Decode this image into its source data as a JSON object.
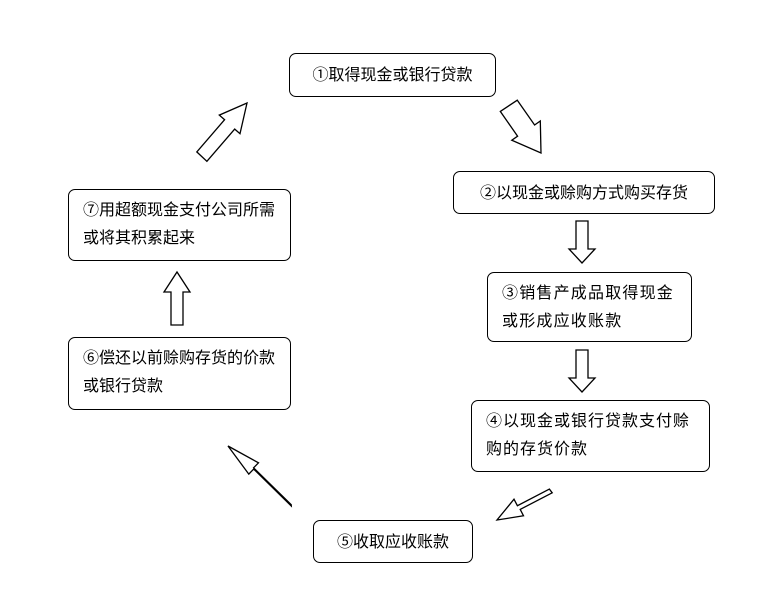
{
  "steps": [
    {
      "id": 1,
      "text": "①取得现金或银行贷款"
    },
    {
      "id": 2,
      "text": "②以现金或赊购方式购买存货"
    },
    {
      "id": 3,
      "text": "③销售产成品取得现金或形成应收账款"
    },
    {
      "id": 4,
      "text": "④以现金或银行贷款支付赊购的存货价款"
    },
    {
      "id": 5,
      "text": "⑤收取应收账款"
    },
    {
      "id": 6,
      "text": "⑥偿还以前赊购存货的价款或银行贷款"
    },
    {
      "id": 7,
      "text": "⑦用超额现金支付公司所需或将其积累起来"
    }
  ],
  "arrows": [
    {
      "from": 1,
      "to": 2
    },
    {
      "from": 2,
      "to": 3
    },
    {
      "from": 3,
      "to": 4
    },
    {
      "from": 4,
      "to": 5
    },
    {
      "from": 5,
      "to": 6
    },
    {
      "from": 6,
      "to": 7
    },
    {
      "from": 7,
      "to": 1
    }
  ]
}
